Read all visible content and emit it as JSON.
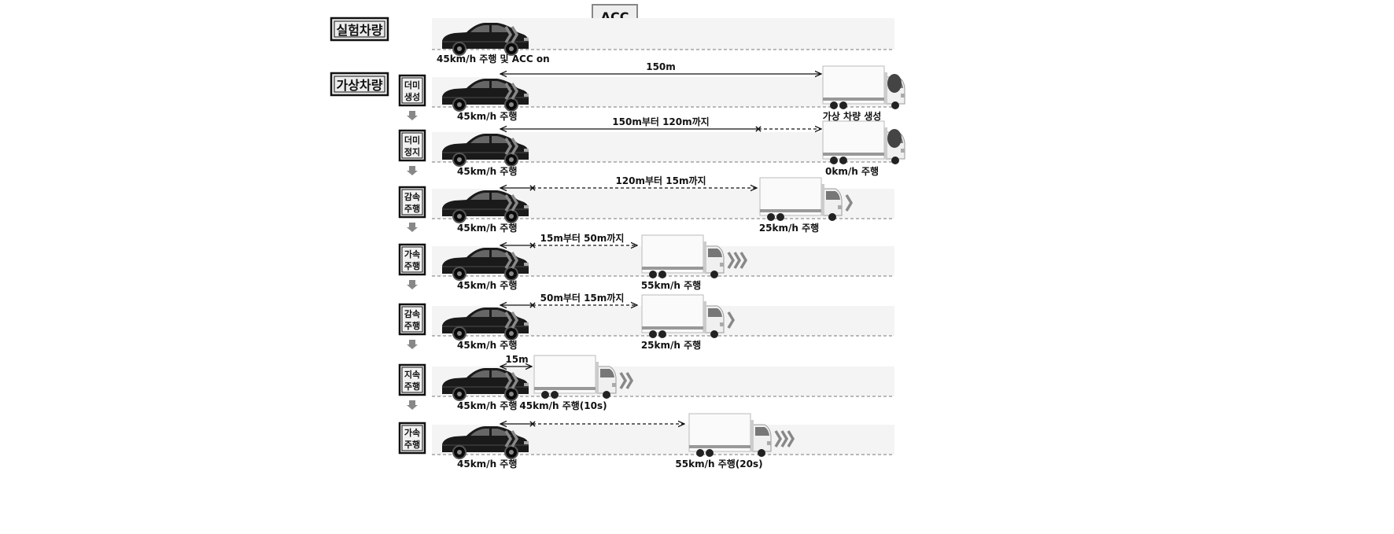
{
  "top_label": "ACC",
  "sections": {
    "ego": "실험차량",
    "virtual": "가상차량"
  },
  "ego_row": {
    "speed_label": "45km/h 주행 및 ACC on"
  },
  "steps": [
    {
      "label_line1": "더미",
      "label_line2": "생성",
      "car_label": "45km/h 주행",
      "truck_label": "가상 차량 생성",
      "distance_label": "150m",
      "chevrons": 0
    },
    {
      "label_line1": "더미",
      "label_line2": "정지",
      "car_label": "45km/h 주행",
      "truck_label": "0km/h 주행",
      "distance_label": "150m부터 120m까지",
      "chevrons": 0
    },
    {
      "label_line1": "감속",
      "label_line2": "주행",
      "car_label": "45km/h 주행",
      "truck_label": "25km/h 주행",
      "distance_label": "120m부터 15m까지",
      "chevrons": 1
    },
    {
      "label_line1": "가속",
      "label_line2": "주행",
      "car_label": "45km/h 주행",
      "truck_label": "55km/h 주행",
      "distance_label": "15m부터 50m까지",
      "chevrons": 3
    },
    {
      "label_line1": "감속",
      "label_line2": "주행",
      "car_label": "45km/h 주행",
      "truck_label": "25km/h 주행",
      "distance_label": "50m부터 15m까지",
      "chevrons": 1
    },
    {
      "label_line1": "지속",
      "label_line2": "주행",
      "car_label": "45km/h 주행",
      "truck_label": "45km/h 주행(10s)",
      "distance_label": "15m",
      "chevrons": 2
    },
    {
      "label_line1": "가속",
      "label_line2": "주행",
      "car_label": "45km/h 주행",
      "truck_label": "55km/h 주행(20s)",
      "distance_label": "",
      "chevrons": 3
    }
  ],
  "colors": {
    "lane": "#f4f4f4",
    "chevron": "#888888",
    "obstacle": "#444444"
  }
}
